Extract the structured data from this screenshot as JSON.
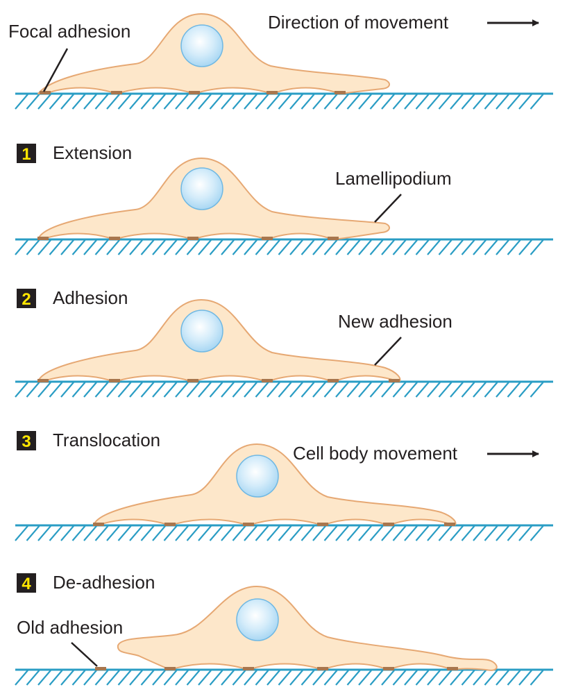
{
  "header": {
    "focal_adhesion_label": "Focal adhesion",
    "direction_label": "Direction of movement"
  },
  "steps": [
    {
      "number": "1",
      "title": "Extension",
      "annotation": "Lamellipodium"
    },
    {
      "number": "2",
      "title": "Adhesion",
      "annotation": "New adhesion"
    },
    {
      "number": "3",
      "title": "Translocation",
      "annotation": "Cell body movement"
    },
    {
      "number": "4",
      "title": "De-adhesion",
      "annotation": "Old adhesion"
    }
  ],
  "colors": {
    "substrate": "#2a9dc4",
    "cell_fill": "#fde7ca",
    "cell_stroke": "#e6a873",
    "nucleus_fill": "#bfe3f7",
    "nucleus_stroke": "#6fb8e3",
    "adhesion": "#a8764d",
    "step_box": "#231f20",
    "step_number": "#ffe600",
    "text": "#231f20"
  }
}
